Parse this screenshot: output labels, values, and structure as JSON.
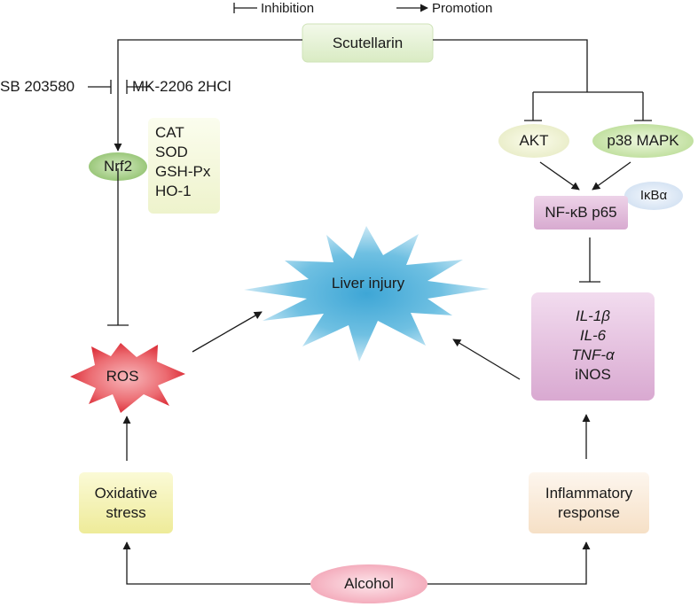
{
  "legend": {
    "inhibition": "Inhibition",
    "promotion": "Promotion"
  },
  "nodes": {
    "scutellarin": "Scutellarin",
    "sb203580": "SB 203580",
    "mk2206": "MK-2206 2HCl",
    "nrf2": "Nrf2",
    "antioxidants": [
      "CAT",
      "SOD",
      "GSH-Px",
      "HO-1"
    ],
    "akt": "AKT",
    "p38": "p38 MAPK",
    "nfkb": "NF-κB p65",
    "ikba": "IκBα",
    "liver_injury": "Liver injury",
    "ros": "ROS",
    "cytokines": [
      "IL-1β",
      "IL-6",
      "TNF-α",
      "iNOS"
    ],
    "oxidative_stress": "Oxidative stress",
    "inflammatory_response": "Inflammatory response",
    "alcohol": "Alcohol"
  },
  "colors": {
    "line": "#1a1a1a",
    "green_fill": "#e6f2d3",
    "green_border": "#c8dfb0",
    "nrf2_fill": "#a9d08e",
    "cream_fill": "#f5f8dc",
    "yellow_fill": "#f7f5b8",
    "peach_fill": "#fbeedd",
    "purple_fill": "#e6c4e0",
    "pink_fill": "#f6b6c4",
    "blue_fill": "#e3edf8",
    "star_blue": "#5fb3d8",
    "star_red": "#e4414b"
  }
}
